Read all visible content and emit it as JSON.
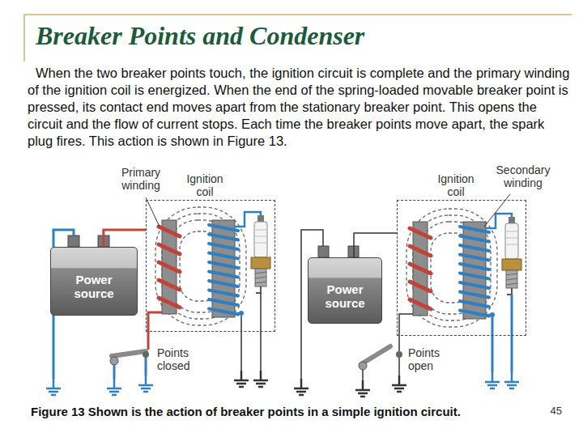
{
  "diagram": {
    "title": "Breaker Points and Condenser",
    "caption": "Figure 13 Shown is the action of breaker points in a simple ignition circuit.",
    "nodes": [
      {
        "text": [
          "Power source"
        ]
      },
      {
        "text": [
          "Ignition coil"
        ]
      },
      {
        "text": [
          "Power source"
        ]
      },
      {
        "text": [
          "Ignition coil"
        ]
      }
    ],
    "edges": [
      {
        "from": 0,
        "to": 1,
        "arrow": "none"
      },
      {
        "from": 2,
        "to": 3,
        "arrow": "none"
      }
    ],
    "labels": [
      "When the two breaker points touch, the ignition circuit is complete and the primary winding of the ignition coil is energized. When the end of the spring-loaded movable breaker point is pressed, its contact end moves apart from the stationary breaker point. This opens the circuit and the flow of current stops. Each time the breaker points move apart, the spark plug fires. This action is shown in Figure 13.",
      "Primary winding",
      "Points closed",
      "−",
      "+",
      "Secondary winding",
      "Points open",
      "−",
      "+",
      "45"
    ]
  }
}
